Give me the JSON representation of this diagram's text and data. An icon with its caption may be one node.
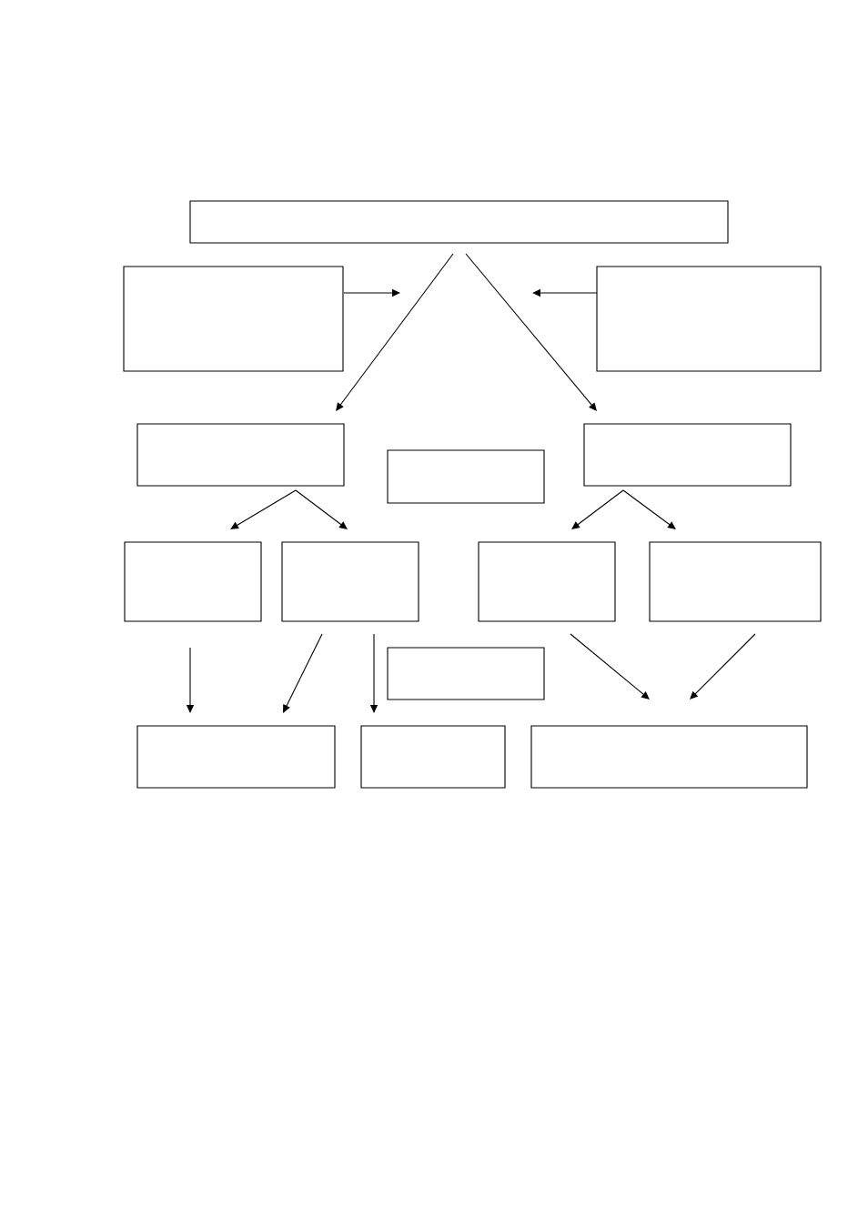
{
  "diagram": {
    "nodes": [
      {
        "text": [],
        "shape": "box"
      },
      {
        "text": [],
        "shape": "box"
      },
      {
        "text": [],
        "shape": "box"
      },
      {
        "text": [],
        "shape": "box"
      },
      {
        "text": [],
        "shape": "box"
      },
      {
        "text": [],
        "shape": "box"
      },
      {
        "text": [],
        "shape": "box"
      },
      {
        "text": [],
        "shape": "box"
      },
      {
        "text": [],
        "shape": "box"
      },
      {
        "text": [],
        "shape": "box"
      },
      {
        "text": [],
        "shape": "box"
      },
      {
        "text": [],
        "shape": "box"
      },
      {
        "text": [],
        "shape": "box"
      },
      {
        "text": [],
        "shape": "box"
      }
    ],
    "edges": [
      {
        "from": 1,
        "to": null,
        "arrow": "to"
      },
      {
        "from": 2,
        "to": null,
        "arrow": "to"
      },
      {
        "from": 0,
        "to": 3,
        "arrow": "to"
      },
      {
        "from": 0,
        "to": 5,
        "arrow": "to"
      },
      {
        "from": 3,
        "to": 6,
        "arrow": "to"
      },
      {
        "from": 3,
        "to": 7,
        "arrow": "to"
      },
      {
        "from": 5,
        "to": 8,
        "arrow": "to"
      },
      {
        "from": 5,
        "to": 9,
        "arrow": "to"
      },
      {
        "from": 6,
        "to": 11,
        "arrow": "to"
      },
      {
        "from": 7,
        "to": 11,
        "arrow": "to"
      },
      {
        "from": 7,
        "to": 12,
        "arrow": "to"
      },
      {
        "from": 8,
        "to": 13,
        "arrow": "to"
      },
      {
        "from": 9,
        "to": 13,
        "arrow": "to"
      }
    ]
  }
}
